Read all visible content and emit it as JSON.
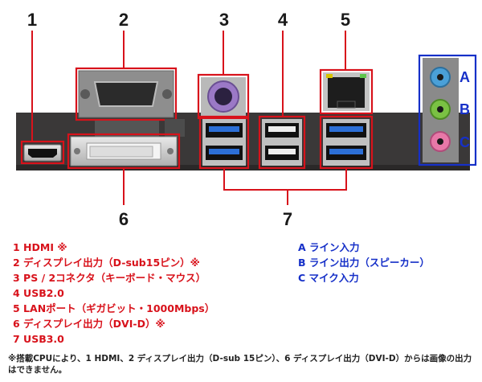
{
  "callouts": [
    "1",
    "2",
    "3",
    "4",
    "5",
    "6",
    "7"
  ],
  "audio_jack_labels": [
    "A",
    "B",
    "C"
  ],
  "legend_ports": [
    "1 HDMI ※",
    "2 ディスプレイ出力（D-sub15ピン）※",
    "3 PS / 2コネクタ（キーボード・マウス）",
    "4 USB2.0",
    "5 LANポート（ギガビット・1000Mbps）",
    "6 ディスプレイ出力（DVI-D）※",
    "7 USB3.0"
  ],
  "legend_audio": [
    "A ライン入力",
    "B ライン出力（スピーカー）",
    "C マイク入力"
  ],
  "footnote": "※搭載CPUにより、1 HDMI、2 ディスプレイ出力（D-sub 15ピン）、6 ディスプレイ出力（DVI-D）からは画像の出力はできません。",
  "colors": {
    "callout_red": "#d8121b",
    "audio_blue": "#1630c8",
    "jack_blue": "#4aa0d8",
    "jack_green": "#7ac143",
    "jack_pink": "#e878a8",
    "usb3_blue": "#2c6fd6"
  }
}
